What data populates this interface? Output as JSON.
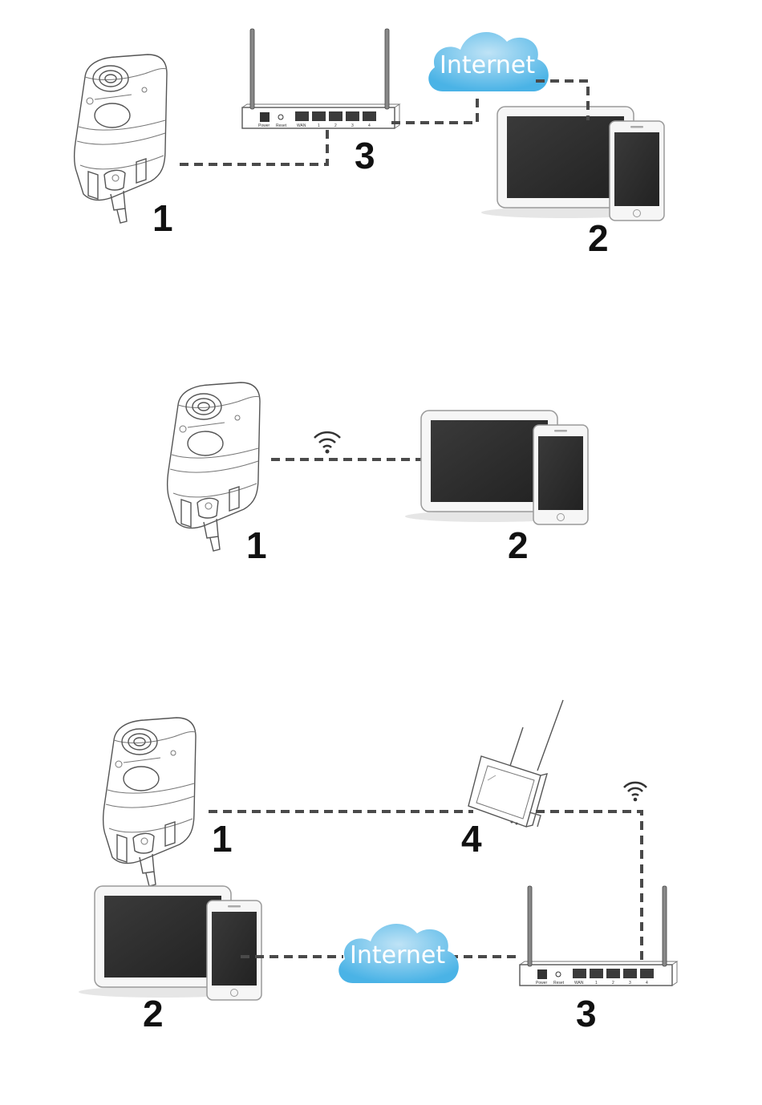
{
  "panels": [
    {
      "id": "wired-router",
      "labels": {
        "camera": "1",
        "devices": "2",
        "router": "3"
      },
      "cloud_text": "Internet",
      "router_port_labels": [
        "Power",
        "Reset",
        "WAN",
        "1",
        "2",
        "3",
        "4"
      ]
    },
    {
      "id": "direct-wifi",
      "labels": {
        "camera": "1",
        "devices": "2"
      }
    },
    {
      "id": "nvr-router",
      "labels": {
        "camera": "1",
        "devices": "2",
        "router": "3",
        "nvr": "4"
      },
      "cloud_text": "Internet",
      "router_port_labels": [
        "Power",
        "Reset",
        "WAN",
        "1",
        "2",
        "3",
        "4"
      ]
    }
  ],
  "colors": {
    "cloud": "#4ab3e6",
    "cloud_light": "#bfe3f6",
    "screen": "#2b2b2b",
    "dashed_line": "#4a4a4a",
    "label": "#111111"
  },
  "icons": [
    "camera-icon",
    "router-icon",
    "tablet-icon",
    "phone-icon",
    "cloud-icon",
    "wifi-icon",
    "nvr-monitor-icon"
  ]
}
